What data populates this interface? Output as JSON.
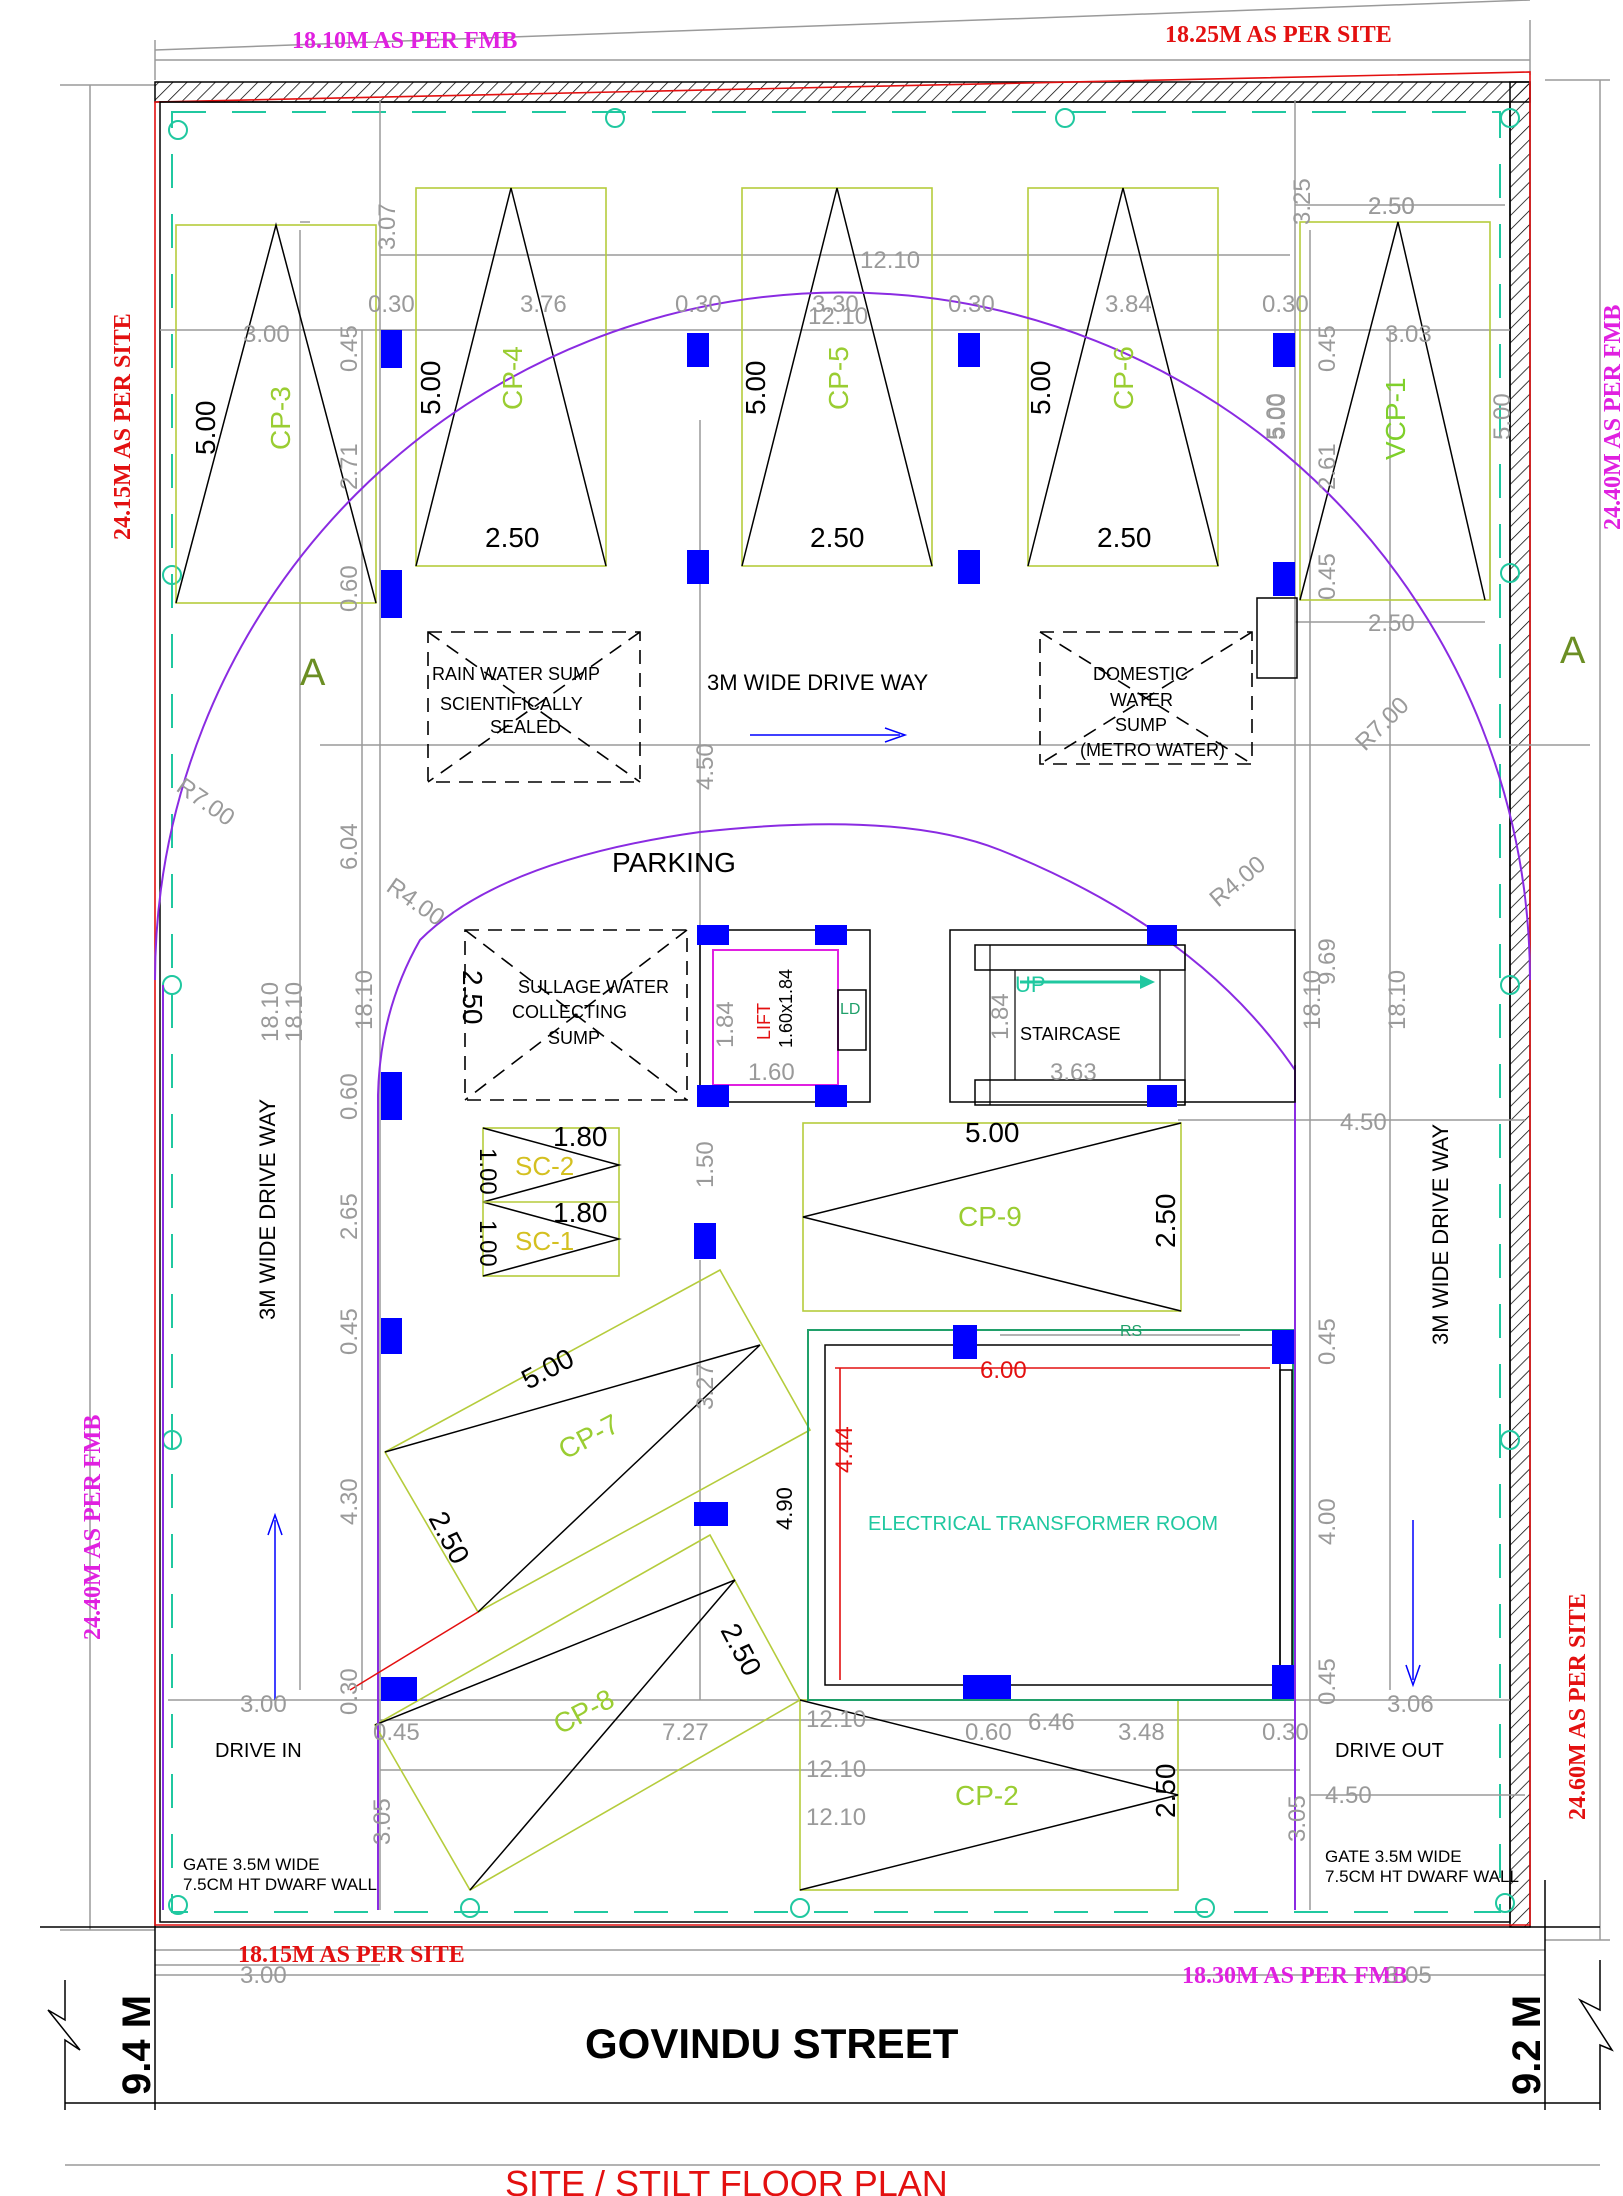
{
  "boundary": {
    "top_left": "18.10M AS PER FMB",
    "top_right": "18.25M AS PER SITE",
    "left_top": "24.15M AS PER SITE",
    "left_bottom": "24.40M AS PER FMB",
    "right_top": "24.40M AS PER FMB",
    "right_bottom": "24.60M AS PER SITE",
    "bottom_left": "18.15M AS PER SITE",
    "bottom_right": "18.30M AS PER FMB"
  },
  "street": {
    "name": "GOVINDU STREET",
    "left_width": "9.4 M",
    "right_width": "9.2 M"
  },
  "title": "SITE / STILT  FLOOR  PLAN",
  "section_marks": [
    "A",
    "A"
  ],
  "parking_bays": {
    "cp3": {
      "label": "CP-3",
      "length": "5.00"
    },
    "cp4": {
      "label": "CP-4",
      "length": "5.00",
      "width": "2.50"
    },
    "cp5": {
      "label": "CP-5",
      "length": "5.00",
      "width": "2.50"
    },
    "cp6": {
      "label": "CP-6",
      "length": "5.00",
      "width": "2.50"
    },
    "vcp1": {
      "label": "VCP-1",
      "length": "5.00",
      "width_top": "2.50",
      "width_bottom": "2.50"
    },
    "cp9": {
      "label": "CP-9",
      "length": "5.00",
      "width": "2.50"
    },
    "cp7": {
      "label": "CP-7",
      "length": "5.00",
      "width": "2.50"
    },
    "cp8": {
      "label": "CP-8",
      "width": "2.50"
    },
    "cp2": {
      "label": "CP-2",
      "width": "2.50"
    },
    "sc2": {
      "label": "SC-2",
      "length": "1.80",
      "width": "1.00"
    },
    "sc1": {
      "label": "SC-1",
      "length": "1.80",
      "width": "1.00"
    }
  },
  "rooms": {
    "rain_sump": [
      "RAIN WATER SUMP",
      "SCIENTIFICALLY",
      "SEALED"
    ],
    "domestic_sump": [
      "DOMESTIC",
      "WATER",
      "SUMP",
      "(METRO WATER)"
    ],
    "sullage_sump": [
      "SULLAGE WATER",
      "COLLECTING",
      "SUMP"
    ],
    "sullage_dim": "2.50",
    "lift": "LIFT",
    "lift_size": "1.60x1.84",
    "lift_dim_v": "1.84",
    "lift_dim_h": "1.60",
    "ld": "LD",
    "staircase": "STAIRCASE",
    "stair_up": "UP",
    "stair_dim_v": "1.84",
    "stair_dim_h": "3.63",
    "transformer": "ELECTRICAL TRANSFORMER ROOM",
    "transformer_w": "6.00",
    "transformer_h": "4.44",
    "rs": "RS"
  },
  "labels": {
    "parking": "PARKING",
    "driveway_top": "3M  WIDE  DRIVE WAY",
    "driveway_left": "3M  WIDE  DRIVE WAY",
    "driveway_right": "3M  WIDE  DRIVE WAY",
    "drive_in": "DRIVE  IN",
    "drive_out": "DRIVE  OUT",
    "gate_left": [
      "GATE 3.5M WIDE",
      "7.5CM HT DWARF WALL"
    ],
    "gate_right": [
      "GATE 3.5M WIDE",
      "7.5CM HT DWARF WALL"
    ]
  },
  "dims": {
    "d1210_top": "12.10",
    "d1210_mid": "12.10",
    "row1": [
      "0.30",
      "3.76",
      "0.30",
      "3.30",
      "0.30",
      "3.84",
      "0.30"
    ],
    "d300": "3.00",
    "d303": "3.03",
    "d307": "3.07",
    "d325": "3.25",
    "d250_top": "2.50",
    "d250_vcp": "2.50",
    "left_col": [
      "0.45",
      "2.71",
      "0.60",
      "6.04",
      "18.10",
      "0.60",
      "2.65",
      "0.45",
      "4.30",
      "0.30",
      "3.05"
    ],
    "left_outer": [
      "18.10",
      "18.10"
    ],
    "right_col": [
      "0.45",
      "5.00",
      "2.61",
      "0.45",
      "9.69",
      "18.10",
      "0.45",
      "4.00",
      "0.45",
      "3.05"
    ],
    "right_outer": [
      "5.00",
      "18.10"
    ],
    "r700_left": "R7.00",
    "r700_right": "R7.00",
    "r400_left": "R4.00",
    "r400_right": "R4.00",
    "d450_mid": "4.50",
    "d150": "1.50",
    "d327": "3.27",
    "d490": "4.90",
    "d450_right": "4.50",
    "d450_right2": "4.50",
    "d300_bottom": "3.00",
    "d306": "3.06",
    "d045_bottom": "0.45",
    "d727": "7.27",
    "bottom_row": [
      "12.10",
      "0.60",
      "6.46",
      "3.48",
      "0.30"
    ],
    "d1210_b2": "12.10",
    "d1210_b3": "12.10",
    "d300_street": "3.00",
    "d305_street": "3.05"
  }
}
